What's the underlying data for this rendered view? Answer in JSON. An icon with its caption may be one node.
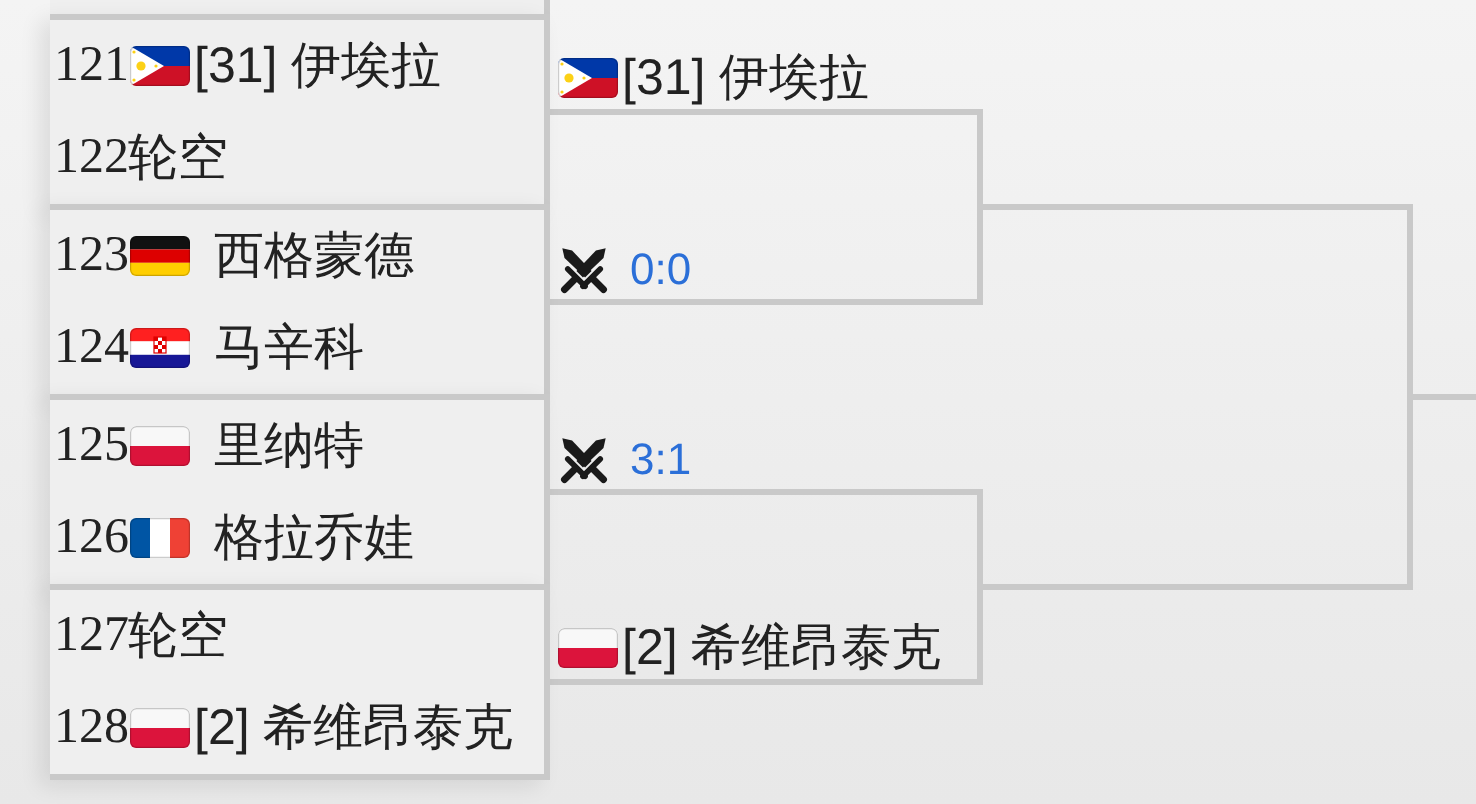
{
  "diagram": {
    "nodes": [
      {
        "text": [
          "121",
          "[31] 伊埃拉",
          "122",
          "轮空"
        ]
      },
      {
        "text": [
          "123",
          "西格蒙德",
          "124",
          "马辛科"
        ]
      },
      {
        "text": [
          "125",
          "里纳特",
          "126",
          "格拉乔娃"
        ]
      },
      {
        "text": [
          "127",
          "轮空",
          "128",
          "[2] 希维昂泰克"
        ]
      }
    ],
    "edges": [
      {
        "from": 0,
        "to": null,
        "arrow": "none",
        "label": "[31] 伊埃拉"
      },
      {
        "from": 1,
        "to": null,
        "arrow": "none",
        "label": "0:0"
      },
      {
        "from": 2,
        "to": null,
        "arrow": "none",
        "label": "3:1"
      },
      {
        "from": 3,
        "to": null,
        "arrow": "none",
        "label": "[2] 希维昂泰克"
      }
    ]
  }
}
